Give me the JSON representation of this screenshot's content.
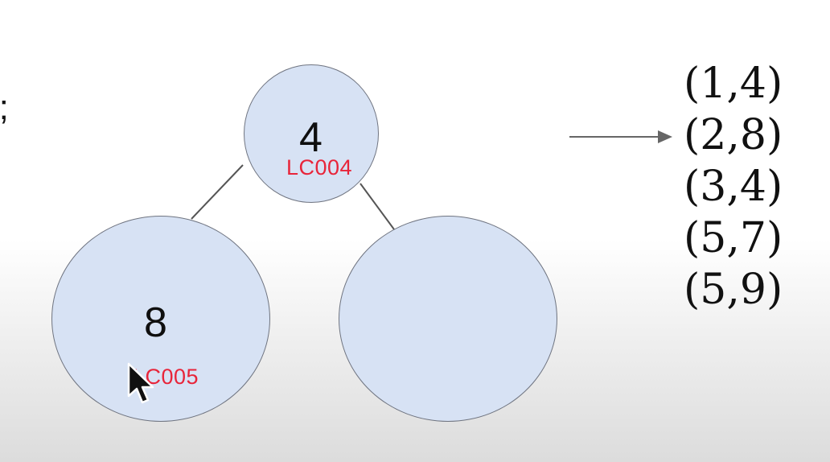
{
  "clipped_text": ");",
  "tree": {
    "root": {
      "value": "4",
      "code": "LC004"
    },
    "left": {
      "value": "8",
      "code": "LC005"
    },
    "right": {
      "value": "",
      "code": ""
    }
  },
  "pairs": [
    "(1,4)",
    "(2,8)",
    "(3,4)",
    "(5,7)",
    "(5,9)"
  ],
  "colors": {
    "node_fill": "#d7e2f4",
    "node_border": "#6f7480",
    "code_text": "#e8253a",
    "edge": "#555555"
  }
}
